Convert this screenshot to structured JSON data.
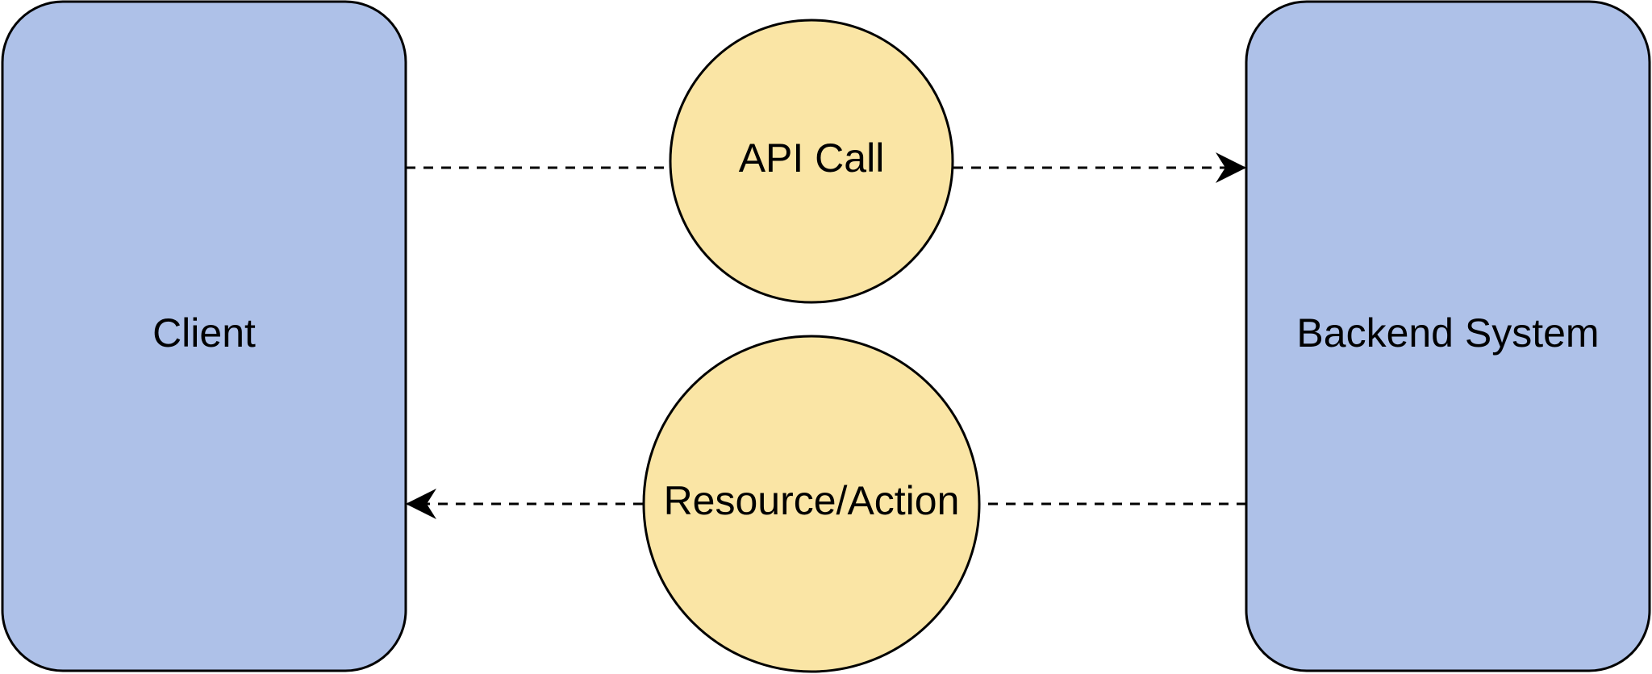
{
  "nodes": {
    "client": {
      "label": "Client"
    },
    "backend": {
      "label": "Backend System"
    },
    "api_call": {
      "label": "API Call"
    },
    "resource_action": {
      "label": "Resource/Action"
    }
  },
  "colors": {
    "rect_fill": "#aec1e8",
    "circle_fill": "#fae5a5",
    "stroke": "#000000",
    "background": "#ffffff"
  },
  "edges": [
    {
      "from": "client",
      "to": "backend",
      "via": "api_call",
      "style": "dashed",
      "arrow": "end"
    },
    {
      "from": "backend",
      "to": "client",
      "via": "resource_action",
      "style": "dashed",
      "arrow": "end"
    }
  ]
}
